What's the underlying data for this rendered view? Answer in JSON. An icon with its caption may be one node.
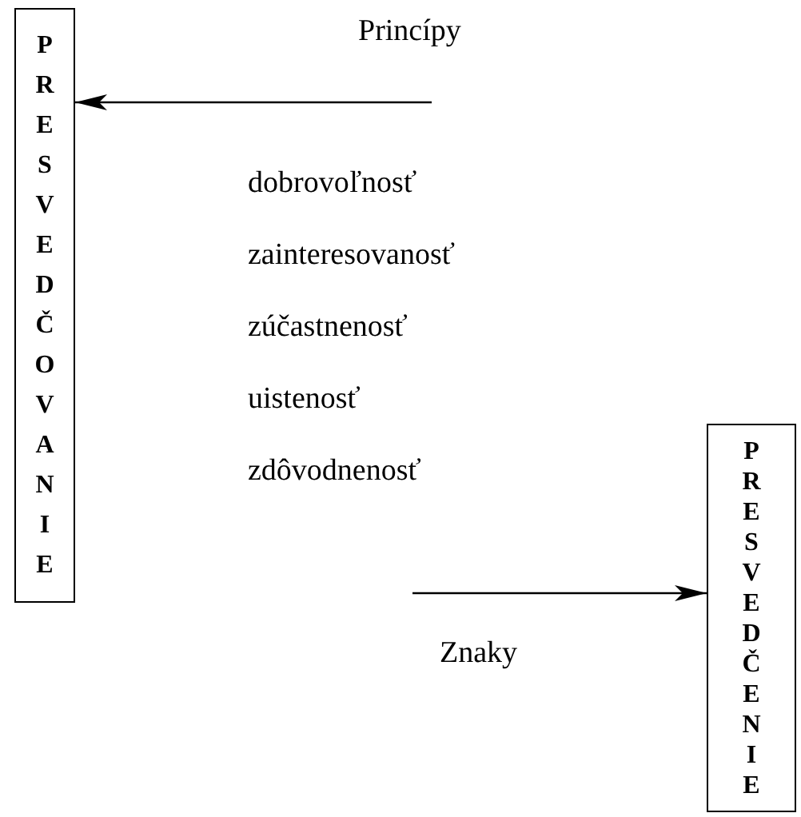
{
  "diagram": {
    "nodes": [
      {
        "text": [
          "PRESVEDČOVANIE"
        ]
      },
      {
        "text": [
          "PRESVEDČENIE"
        ]
      }
    ],
    "edges": [
      {
        "from": null,
        "to": 0,
        "arrow": "to"
      },
      {
        "from": null,
        "to": 1,
        "arrow": "to"
      }
    ],
    "labels": [
      "Princípy",
      "dobrovoľnosť",
      "zainteresovanosť",
      "zúčastnenosť",
      "uistenosť",
      "zdôvodnenosť",
      "Znaky"
    ]
  }
}
